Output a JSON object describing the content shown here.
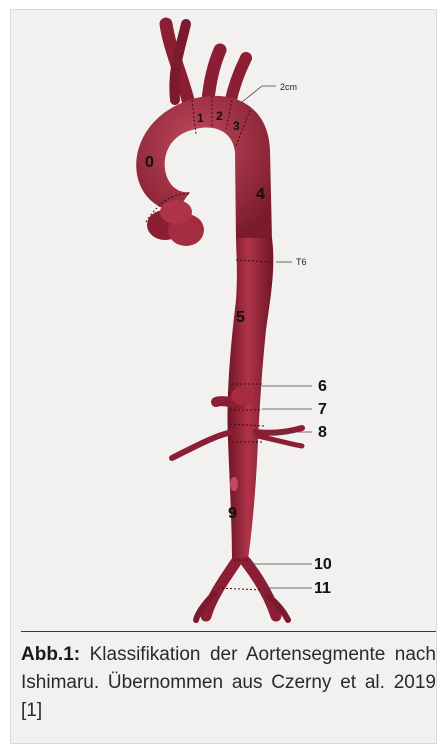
{
  "figure": {
    "segment_labels": [
      "0",
      "1",
      "2",
      "3",
      "4",
      "5",
      "6",
      "7",
      "8",
      "9",
      "10",
      "11"
    ],
    "annotations": {
      "arch_width": "2cm",
      "vertebra": "T6"
    },
    "colors": {
      "vessel": "#9b2338",
      "vessel_dark": "#6e1526",
      "vessel_light": "#c24a5d",
      "panel_bg": "#f2f1ef",
      "divider": "#3a3a3a"
    }
  },
  "caption": {
    "label": "Abb.1:",
    "text": "Klassifikation der Aortensegmente nach Ishimaru. Übernommen aus Czerny et al. 2019 [1]"
  }
}
